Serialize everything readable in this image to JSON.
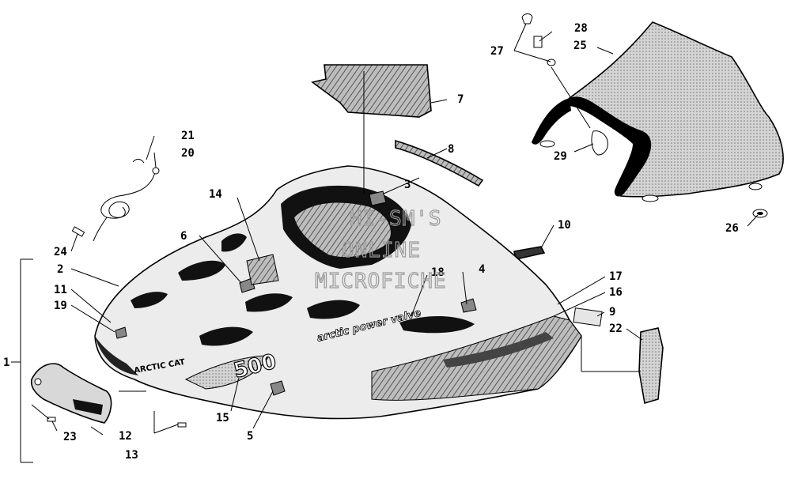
{
  "diagram": {
    "callouts": [
      "1",
      "2",
      "3",
      "4",
      "5",
      "6",
      "7",
      "8",
      "9",
      "10",
      "11",
      "12",
      "13",
      "14",
      "15",
      "16",
      "17",
      "18",
      "19",
      "20",
      "21",
      "22",
      "23",
      "24",
      "25",
      "26",
      "27",
      "28",
      "29"
    ],
    "watermark": [
      "HI-SM'S",
      "ONLINE",
      "MICROFICHE"
    ],
    "decals": {
      "brand": "ARCTIC CAT",
      "model": "500",
      "script": "arctic power valve"
    }
  }
}
